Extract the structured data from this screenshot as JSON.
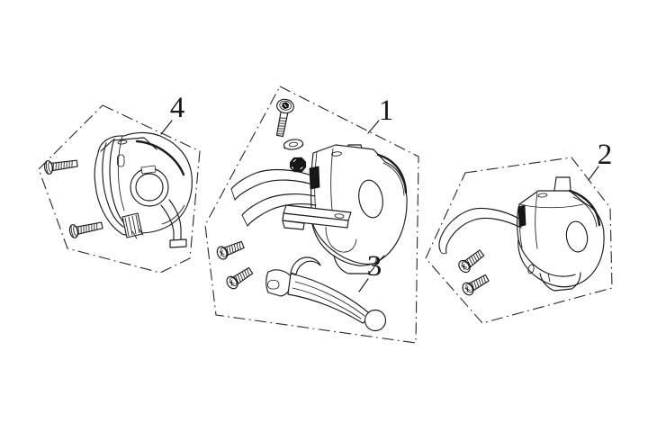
{
  "figure": {
    "background_color": "#ffffff",
    "line_color": "#1c1c1c",
    "boundary_style": "dash-dot",
    "callouts": [
      {
        "text": "1"
      },
      {
        "text": "2"
      },
      {
        "text": "3"
      },
      {
        "text": "4"
      }
    ]
  }
}
